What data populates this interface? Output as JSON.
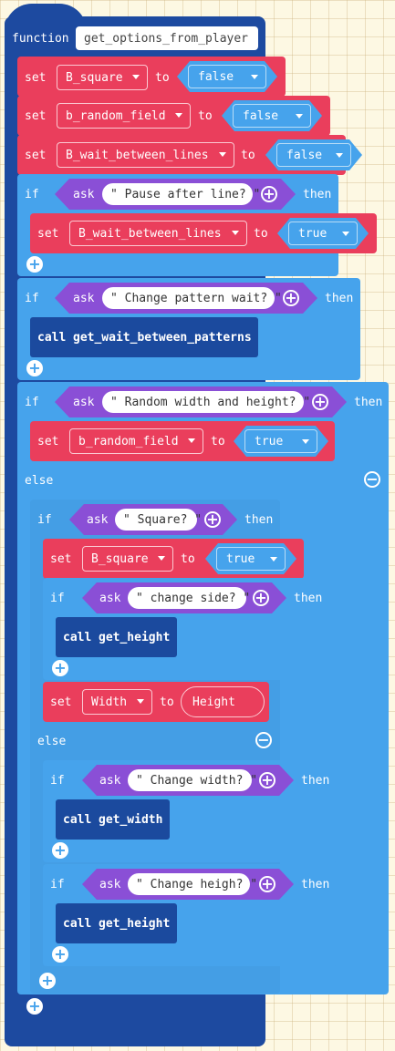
{
  "keywords": {
    "function": "function",
    "set": "set",
    "to": "to",
    "if": "if",
    "then": "then",
    "else": "else",
    "ask": "ask",
    "call": "call"
  },
  "function_name": "get_options_from_player",
  "variables": {
    "b_square": "B_square",
    "b_random_field": "b_random_field",
    "b_wait_between_lines": "B_wait_between_lines",
    "width": "Width",
    "height": "Height"
  },
  "booleans": {
    "false": "false",
    "true": "true"
  },
  "prompts": {
    "pause_after_line": "\" Pause after line? \"",
    "change_pattern_wait": "\" Change pattern wait? \"",
    "random_width_height": "\" Random width and height? \"",
    "square": "\" Square? \"",
    "change_side": "\" change side? \"",
    "change_width": "\" Change width? \"",
    "change_heigh": "\" Change heigh? \""
  },
  "calls": {
    "get_wait_between_patterns": "get_wait_between_patterns",
    "get_height": "get_height",
    "get_width": "get_width"
  },
  "icons": {
    "add": "+",
    "remove": "−"
  },
  "colors": {
    "function_block": "#1d4aa0",
    "logic_block": "#46a3ec",
    "variable_block": "#ea3e5c",
    "input_block": "#8a4fd6",
    "call_block": "#1b4a9e"
  }
}
